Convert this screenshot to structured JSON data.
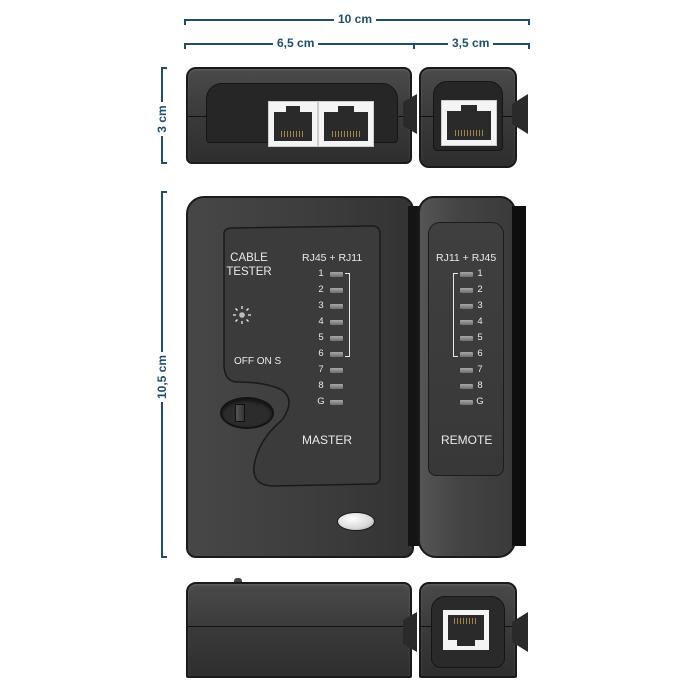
{
  "dimensions": {
    "total_width": "10 cm",
    "master_width": "6,5 cm",
    "remote_width": "3,5 cm",
    "height": "3 cm",
    "length": "10,5 cm",
    "line_color": "#1f4e6b"
  },
  "master": {
    "title_line1": "CABLE",
    "title_line2": "TESTER",
    "connector_label": "RJ45 + RJ11",
    "switch_label": "OFF ON S",
    "unit_label": "MASTER",
    "pins": [
      "1",
      "2",
      "3",
      "4",
      "5",
      "6",
      "7",
      "8",
      "G"
    ]
  },
  "remote": {
    "connector_label": "RJ11 + RJ45",
    "unit_label": "REMOTE",
    "pins": [
      "1",
      "2",
      "3",
      "4",
      "5",
      "6",
      "7",
      "8",
      "G"
    ]
  },
  "colors": {
    "body": "#3c3c3c",
    "text": "#eaeaea",
    "led": "#8c8c8c",
    "port": "#f4f4f4"
  }
}
